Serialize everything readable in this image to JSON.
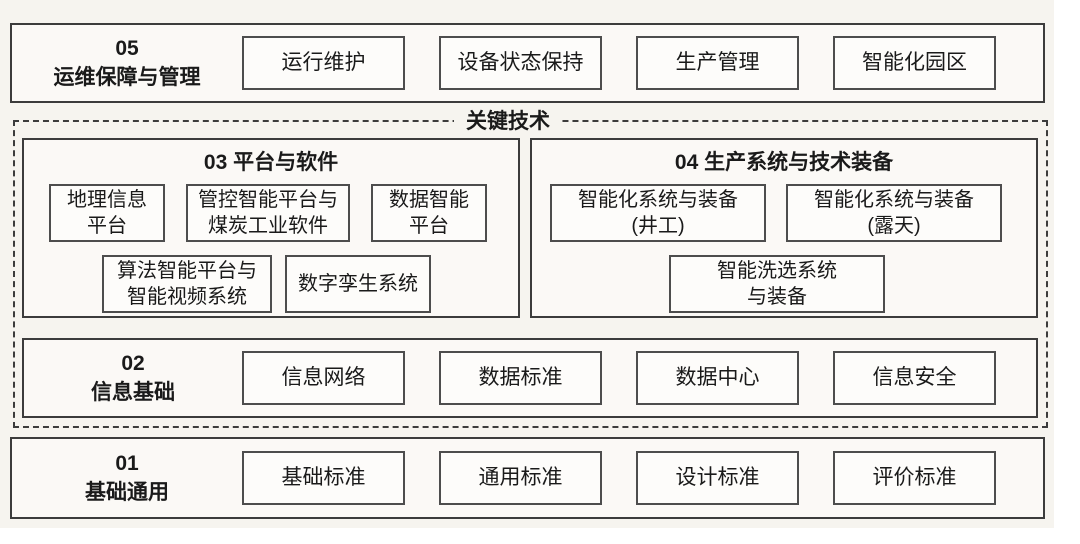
{
  "diagram": {
    "key_tech_label": "关键技术",
    "row05": {
      "title": "05\n运维保障与管理",
      "items": [
        "运行维护",
        "设备状态保持",
        "生产管理",
        "智能化园区"
      ]
    },
    "group03": {
      "title": "03 平台与软件",
      "row1": [
        "地理信息\n平台",
        "管控智能平台与\n煤炭工业软件",
        "数据智能\n平台"
      ],
      "row2": [
        "算法智能平台与\n智能视频系统",
        "数字孪生系统"
      ]
    },
    "group04": {
      "title": "04 生产系统与技术装备",
      "row1": [
        "智能化系统与装备\n(井工)",
        "智能化系统与装备\n(露天)"
      ],
      "row2": [
        "智能洗选系统\n与装备"
      ]
    },
    "row02": {
      "title": "02\n信息基础",
      "items": [
        "信息网络",
        "数据标准",
        "数据中心",
        "信息安全"
      ]
    },
    "row01": {
      "title": "01\n基础通用",
      "items": [
        "基础标准",
        "通用标准",
        "设计标准",
        "评价标准"
      ]
    }
  },
  "colors": {
    "background": "#f6f4ef",
    "frame_fill": "#fbf9f6",
    "cell_fill": "#fdfcfa",
    "border": "#3c3c3c",
    "text": "#1a1a1a"
  }
}
